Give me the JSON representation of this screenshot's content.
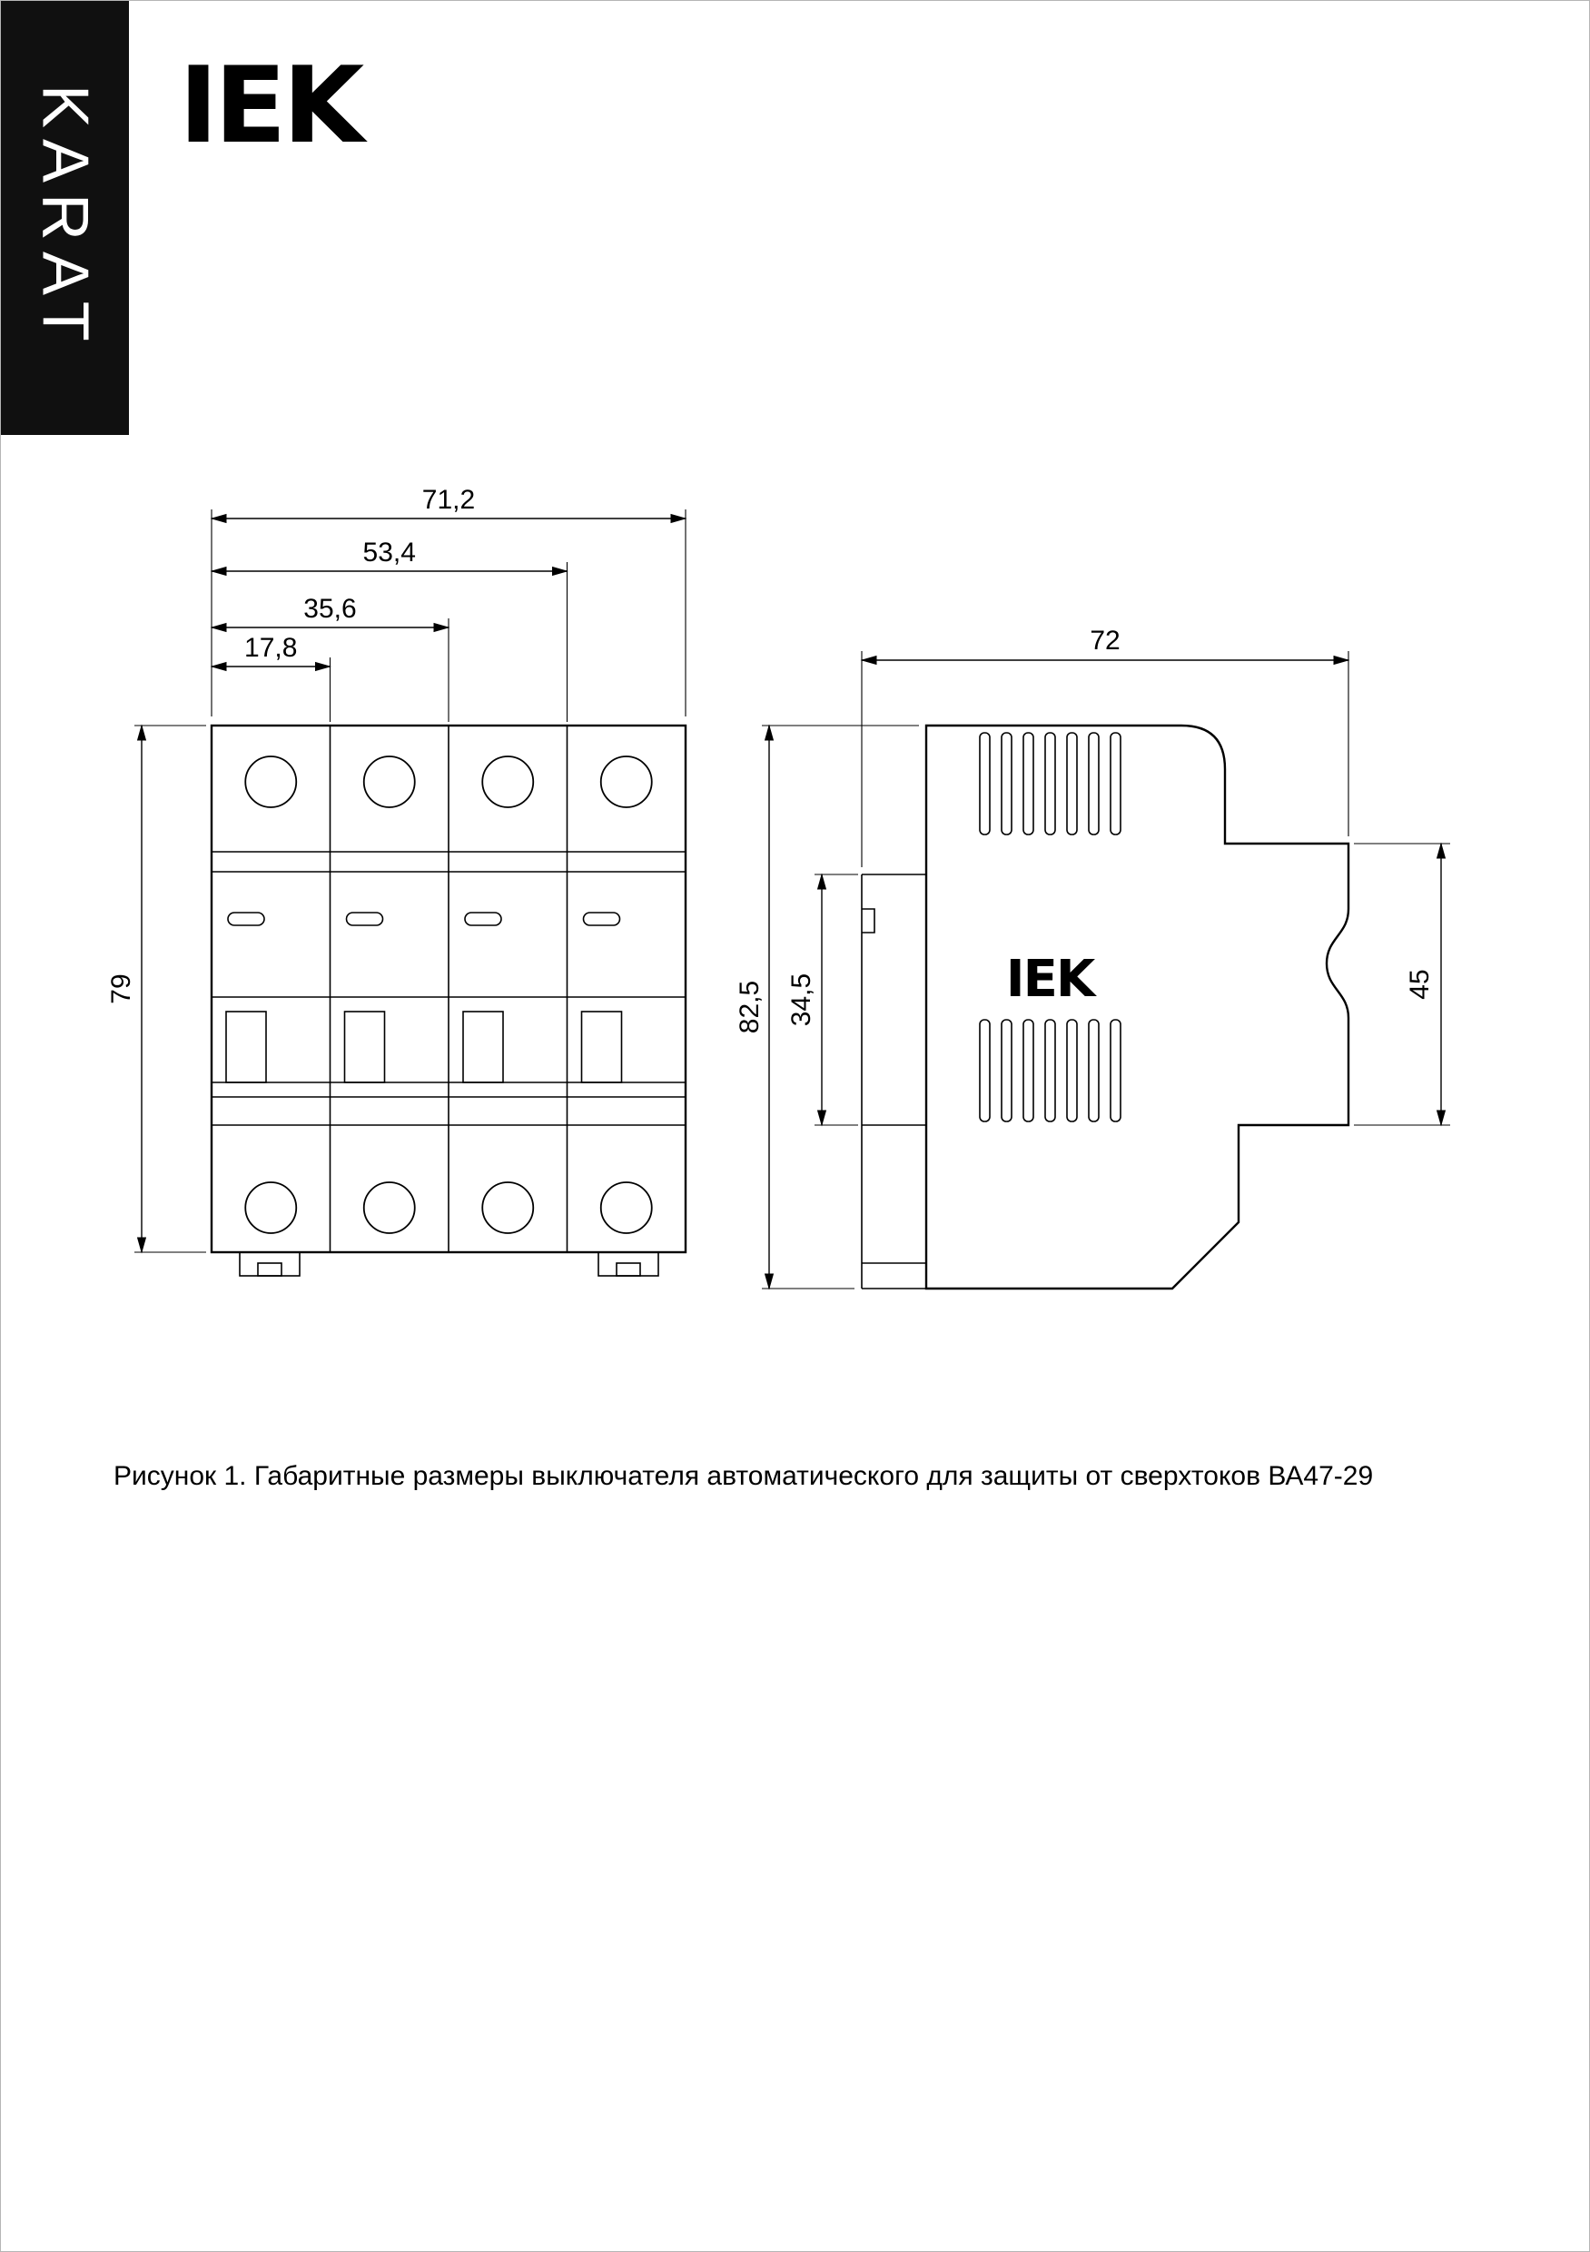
{
  "header": {
    "banner": "KARAT",
    "logo": "IEK"
  },
  "front_view": {
    "dim_width_total": "71,2",
    "dim_width_3mod": "53,4",
    "dim_width_2mod": "35,6",
    "dim_width_1mod": "17,8",
    "dim_height": "79"
  },
  "side_view": {
    "dim_depth": "72",
    "dim_height_total": "82,5",
    "dim_rail_height": "34,5",
    "dim_front_height": "45",
    "logo": "IEK"
  },
  "caption": "Рисунок 1. Габаритные размеры выключателя автоматического для защиты от сверхтоков ВА47-29"
}
